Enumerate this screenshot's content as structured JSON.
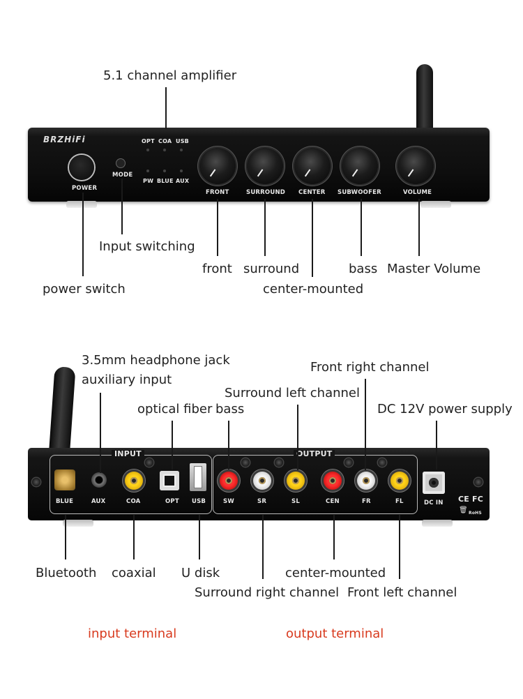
{
  "front_panel": {
    "brand": "BRZHiFi",
    "power_label": "POWER",
    "mode_label": "MODE",
    "led_labels_top": [
      "OPT",
      "COA",
      "USB"
    ],
    "led_labels_bottom": [
      "PW",
      "BLUE",
      "AUX"
    ],
    "knobs": [
      "FRONT",
      "SURROUND",
      "CENTER",
      "SUBWOOFER",
      "VOLUME"
    ]
  },
  "front_annotations": {
    "title": "5.1 channel amplifier",
    "input_switching": "Input switching",
    "power_switch": "power switch",
    "front": "front",
    "surround": "surround",
    "center_mounted": "center-mounted",
    "bass": "bass",
    "master_volume": "Master Volume"
  },
  "rear_panel": {
    "input_group_label": "INPUT",
    "output_group_label": "OUTPUT",
    "input_ports": [
      "BLUE",
      "AUX",
      "COA",
      "OPT",
      "USB"
    ],
    "output_ports": [
      "SW",
      "SR",
      "SL",
      "CEN",
      "FR",
      "FL"
    ],
    "dc_label": "DC IN",
    "cert_marks": "CE FC",
    "rohs_mark": "RoHS"
  },
  "rear_annotations": {
    "headphone_jack": "3.5mm headphone jack",
    "auxiliary_input": "auxiliary input",
    "optical_fiber": "optical fiber",
    "bass": "bass",
    "surround_left": "Surround left channel",
    "front_right": "Front right channel",
    "dc_power": "DC 12V power supply",
    "bluetooth": "Bluetooth",
    "coaxial": "coaxial",
    "u_disk": "U disk",
    "center_mounted": "center-mounted",
    "surround_right": "Surround right channel",
    "front_left": "Front left channel",
    "input_terminal": "input terminal",
    "output_terminal": "output terminal"
  },
  "colors": {
    "annotation_red": "#d83a1e",
    "chassis": "#161616"
  }
}
